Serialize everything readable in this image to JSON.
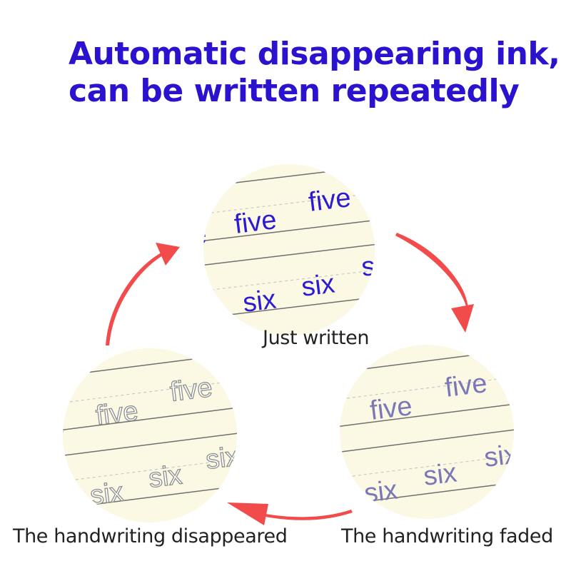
{
  "headline": {
    "line1": "Automatic disappearing ink,",
    "line2": "can be written repeatedly"
  },
  "colors": {
    "headline": "#2a12cf",
    "paper": "#fbf8e4",
    "arrow": "#f24b4b",
    "ink_fresh": "#2b1bd2",
    "ink_faded": "#7c78b8",
    "ink_gone": "#9c9c9c"
  },
  "stages": [
    {
      "caption": "Just written",
      "word_top": "five",
      "word_top_partial": "five",
      "word_bottom": "six",
      "word_bottom_partial": "six",
      "ink": "fresh"
    },
    {
      "caption": "The handwriting faded",
      "word_top": "five",
      "word_top_partial": "five",
      "word_bottom": "six",
      "word_bottom_partial": "six",
      "ink": "faded"
    },
    {
      "caption": "The handwriting disappeared",
      "word_top": "five",
      "word_top_partial": "five",
      "word_bottom": "six",
      "word_bottom_partial": "six",
      "ink": "gone"
    }
  ],
  "arrows": [
    {
      "name": "arrow-written-to-faded",
      "icon": "curved-arrow-icon"
    },
    {
      "name": "arrow-faded-to-disappeared",
      "icon": "curved-arrow-icon"
    },
    {
      "name": "arrow-disappeared-to-written",
      "icon": "curved-arrow-icon"
    }
  ]
}
